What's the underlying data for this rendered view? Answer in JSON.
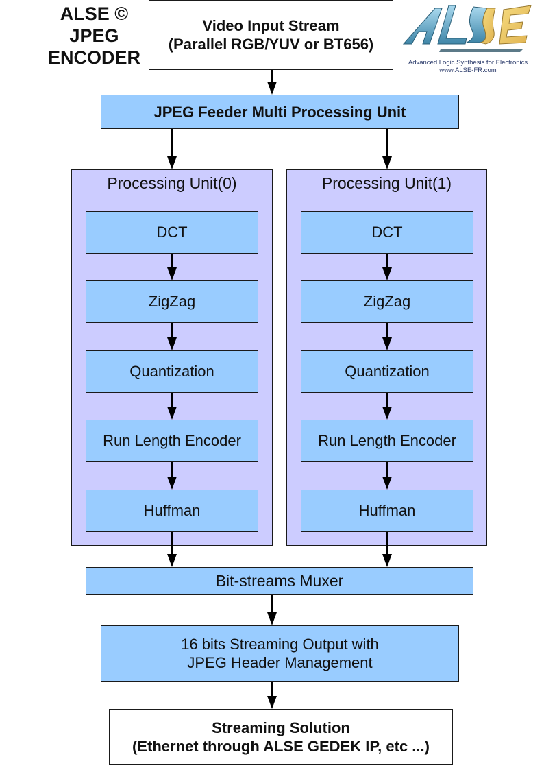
{
  "title": {
    "line1": "ALSE ©",
    "line2": "JPEG",
    "line3": "ENCODER"
  },
  "logo": {
    "wordmark": "ALSE",
    "tagline": "Advanced Logic Synthesis for Electronics",
    "website": "www.ALSE-FR.com",
    "colors": {
      "teal": "#5aa6c8",
      "gold": "#e8c060"
    }
  },
  "input": {
    "line1": "Video Input Stream",
    "line2": "(Parallel RGB/YUV or BT656)"
  },
  "feeder": {
    "label": "JPEG Feeder Multi Processing Unit"
  },
  "units": [
    {
      "title": "Processing Unit(0)",
      "stages": [
        "DCT",
        "ZigZag",
        "Quantization",
        "Run Length Encoder",
        "Huffman"
      ]
    },
    {
      "title": "Processing Unit(1)",
      "stages": [
        "DCT",
        "ZigZag",
        "Quantization",
        "Run Length Encoder",
        "Huffman"
      ]
    }
  ],
  "muxer": {
    "label": "Bit-streams Muxer"
  },
  "output": {
    "line1": "16 bits Streaming Output with",
    "line2": "JPEG Header Management"
  },
  "solution": {
    "line1": "Streaming Solution",
    "line2": "(Ethernet through ALSE GEDEK IP, etc ...)"
  },
  "colors": {
    "block_fill": "#99ccff",
    "unit_fill": "#ccccff",
    "border": "#1a1a1a",
    "arrow": "#000000"
  }
}
